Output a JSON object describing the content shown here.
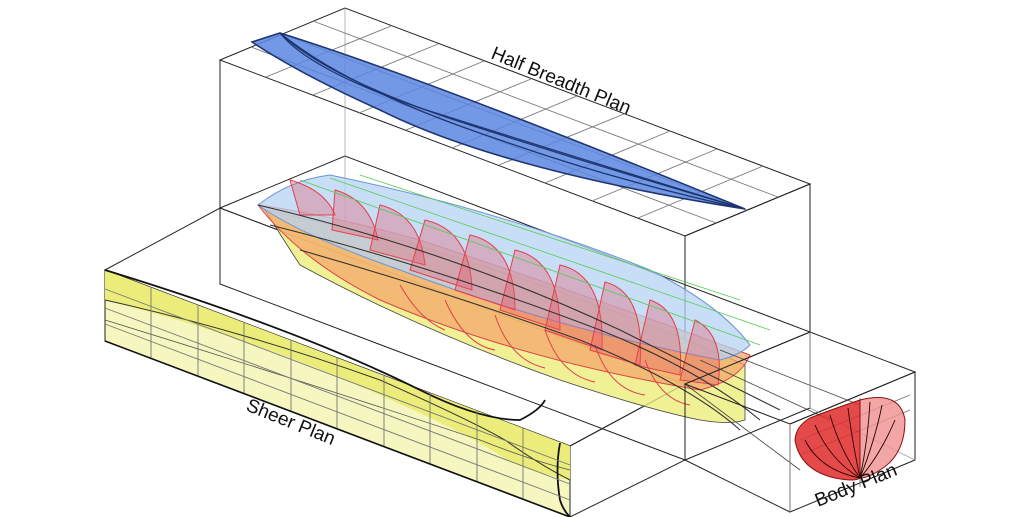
{
  "labels": {
    "half_breadth": "Half Breadth Plan",
    "sheer": "Sheer Plan",
    "body": "Body Plan"
  },
  "colors": {
    "half_breadth_fill": "#5b86e0",
    "half_breadth_stroke": "#1f3570",
    "sheer_fill": "#ecec7a",
    "sheer_light": "#f6f6c0",
    "hull_red": "#e0404a",
    "hull_orange": "#f3a86a",
    "deck_blue": "#b5d3f3",
    "body_red": "#e02a2a",
    "waterline_green": "#55cc55"
  }
}
